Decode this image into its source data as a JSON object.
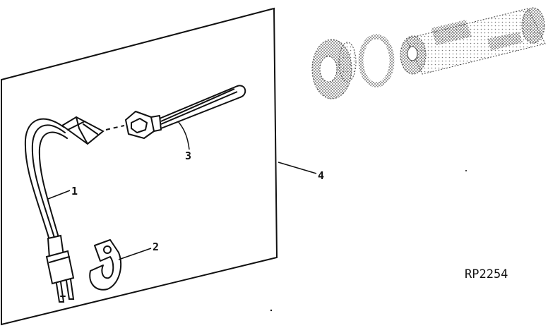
{
  "diagram": {
    "callouts": [
      {
        "label": "1",
        "part": "cord"
      },
      {
        "label": "2",
        "part": "clamp"
      },
      {
        "label": "3",
        "part": "heater-element"
      },
      {
        "label": "4",
        "part": "kit"
      }
    ],
    "reference_code": "RP2254",
    "colors": {
      "ink": "#111111",
      "stipple": "#555555",
      "background": "#ffffff"
    }
  }
}
